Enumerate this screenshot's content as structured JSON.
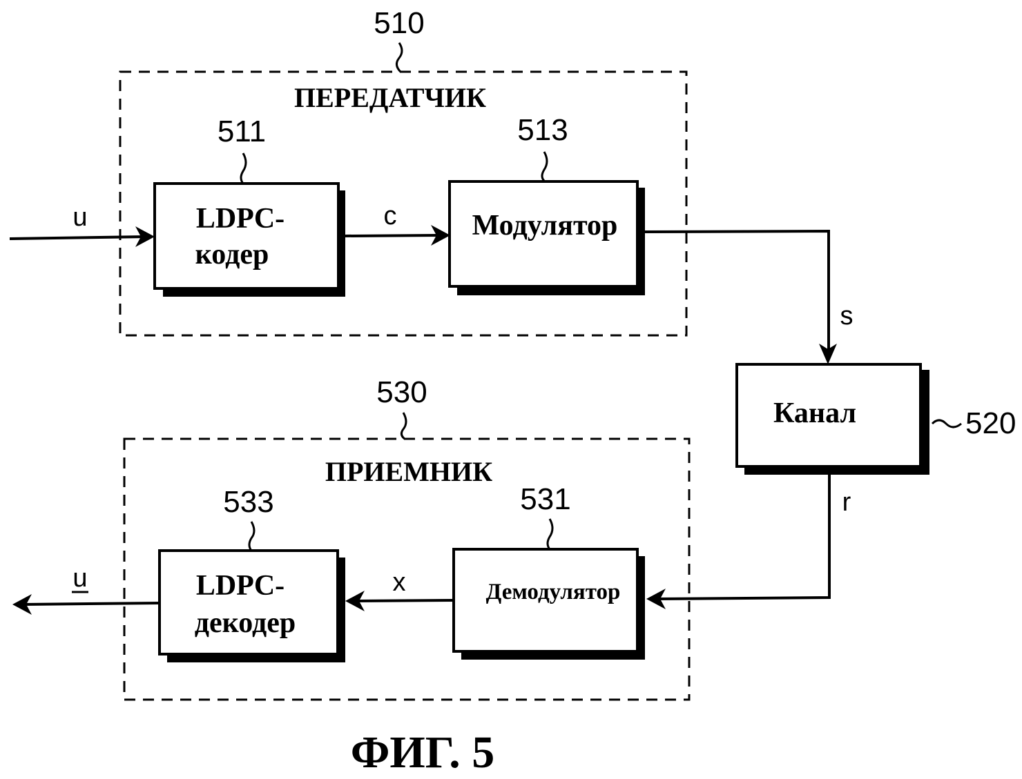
{
  "figure": {
    "caption": "ФИГ. 5"
  },
  "transmitter": {
    "ref": "510",
    "title": "ПЕРЕДАТЧИК",
    "encoder": {
      "ref": "511",
      "line1": "LDPC-",
      "line2": "кодер"
    },
    "modulator": {
      "ref": "513",
      "label": "Модулятор"
    }
  },
  "channel": {
    "ref": "520",
    "label": "Канал"
  },
  "receiver": {
    "ref": "530",
    "title": "ПРИЕМНИК",
    "demodulator": {
      "ref": "531",
      "label": "Демодулятор"
    },
    "decoder": {
      "ref": "533",
      "line1": "LDPC-",
      "line2": "декодер"
    }
  },
  "signals": {
    "input_u": "u",
    "codeword_c": "c",
    "modulated_s": "s",
    "received_r": "r",
    "demodulated_x": "x",
    "output_u_hat": "u"
  }
}
